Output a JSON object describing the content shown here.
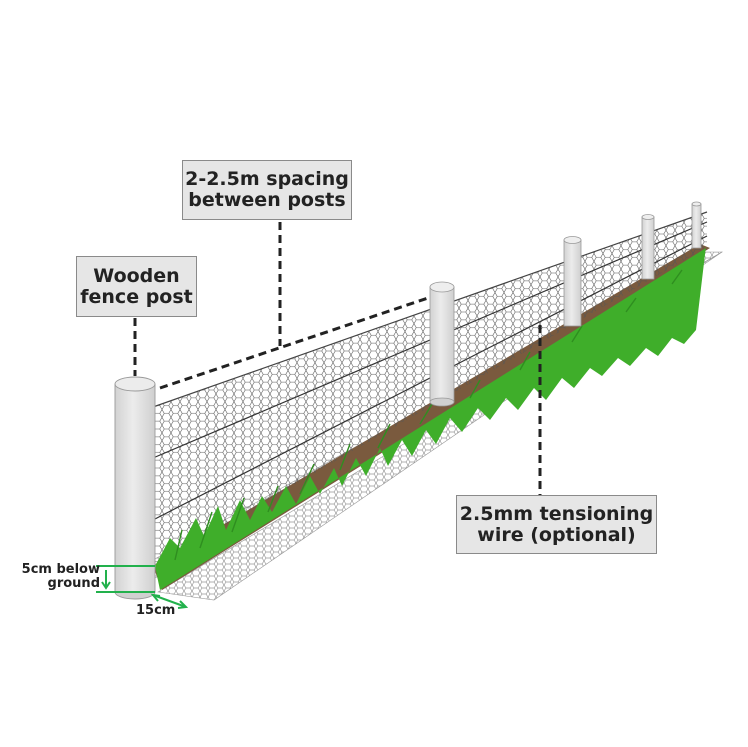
{
  "callouts": {
    "spacing": {
      "line1": "2-2.5m spacing",
      "line2": "between posts"
    },
    "post": {
      "line1": "Wooden",
      "line2": "fence post"
    },
    "wire": {
      "line1": "2.5mm tensioning",
      "line2": "wire (optional)"
    }
  },
  "dimensions": {
    "depth_line1": "5cm below",
    "depth_line2": "ground",
    "diameter": "15cm"
  },
  "colors": {
    "callout_bg": "#e6e6e6",
    "post": "#e3e3e3",
    "soil": "#7a5a3e",
    "grass": "#3fae2a",
    "dimension": "#22b14c",
    "mesh": "#555555"
  }
}
